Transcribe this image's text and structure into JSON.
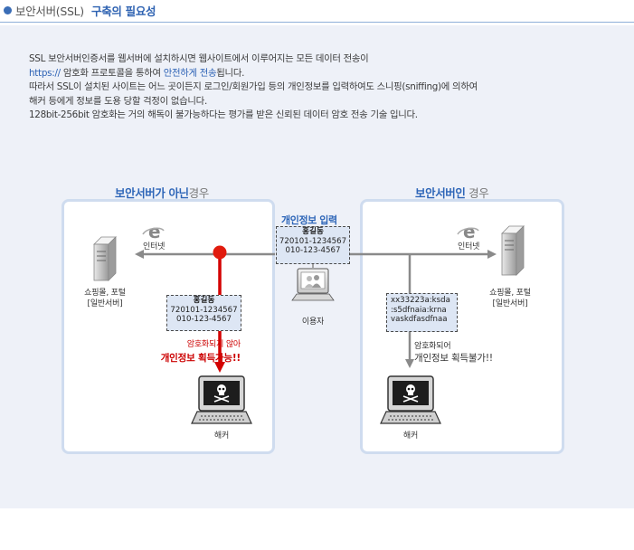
{
  "header": {
    "title_part1": "보안서버(SSL)",
    "title_part2": "구축의 필요성"
  },
  "description": {
    "line1": "SSL 보안서버인증서를 웹서버에 설치하시면 웹사이트에서 이루어지는 모든 데이터 전송이",
    "line2_https": "https://",
    "line2_mid": " 암호화 프로토콜을 통하여 ",
    "line2_highlight": "안전하게 전송",
    "line2_end": "됩니다.",
    "line3": "따라서 SSL이 설치된 사이트는 어느 곳이든지 로그인/회원가입 등의 개인정보를 입력하여도 스니핑(sniffing)에 의하여",
    "line4": "해커 등에게 정보를 도용 당할 걱정이 없습니다.",
    "line5": "128bit-256bit 암호화는 거의 해독이 불가능하다는 평가를 받은 신뢰된 데이터 암호 전송 기술 입니다."
  },
  "left_panel": {
    "title_bold": "보안서버가 아닌",
    "title_normal": "경우",
    "internet_label": "인터넷",
    "server_label": "쇼핑몰, 포털",
    "server_sublabel": "[일반서버]",
    "data_name": "홍길동",
    "data_line1": "720101-1234567",
    "data_line2": "010-123-4567",
    "warning_line1": "암호화되지 않아",
    "warning_line2": "개인정보 획득가능!!",
    "hacker_label": "해커"
  },
  "center": {
    "title": "개인정보 입력",
    "data_name": "홍길동",
    "data_line1": "720101-1234567",
    "data_line2": "010-123-4567",
    "user_label": "이용자"
  },
  "right_panel": {
    "title_bold": "보안서버인",
    "title_normal": " 경우",
    "internet_label": "인터넷",
    "server_label": "쇼핑몰, 포털",
    "server_sublabel": "[일반서버]",
    "enc_line1": "xx33223a:ksda",
    "enc_line2": ":s5dfnaia:krna",
    "enc_line3": "vaskdfasdfnaa",
    "note_line1": "암호화되어",
    "note_line2": "개인정보 획득불가!!",
    "hacker_label": "해커"
  },
  "colors": {
    "accent_blue": "#2e66b8",
    "danger_red": "#cc0000",
    "panel_bg": "#eef1f8",
    "box_border": "#cfdcef"
  },
  "icons": [
    "internet-explorer-icon",
    "server-icon",
    "computer-user-icon",
    "hacker-skull-icon"
  ]
}
